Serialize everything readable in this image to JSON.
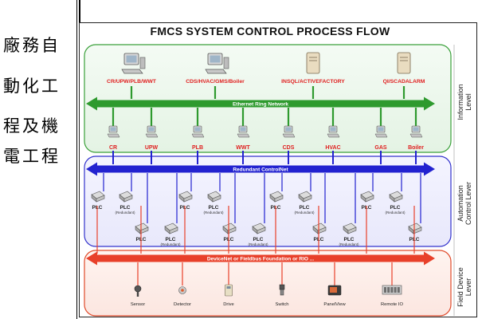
{
  "side_title": {
    "lines": [
      "廠務自",
      "動化工",
      "程及機",
      "電工程"
    ]
  },
  "diagram": {
    "title": "FMCS SYSTEM CONTROL PROCESS FLOW",
    "levels": [
      {
        "name": "Information\nLevel",
        "line1": "Information",
        "line2": "Level",
        "color": "#2e9a2e"
      },
      {
        "name": "Automation\nControl Lever",
        "line1": "Automation",
        "line2": "Control Lever",
        "color": "#2b2bd6"
      },
      {
        "name": "Field Device\nLever",
        "line1": "Field Device",
        "line2": "Lever",
        "color": "#e8452a"
      }
    ],
    "servers": [
      {
        "label": "CR/UPW/PLB/WWT",
        "icon": "workstation-icon"
      },
      {
        "label": "CDS/HVAC/GMS/Boiler",
        "icon": "workstation-icon"
      },
      {
        "label": "INSQL/ACTIVEFACTORY",
        "icon": "server-icon"
      },
      {
        "label": "QI/SCADALARM",
        "icon": "server-icon"
      }
    ],
    "networks": {
      "ethernet": "Ethernet Ring Network",
      "controlnet": "Redundant ControlNet",
      "devicenet": "DeviceNet or Fieldbus Foundation or RIO ..."
    },
    "stations": [
      "CR",
      "UPW",
      "PLB",
      "WWT",
      "CDS",
      "HVAC",
      "GAS",
      "Boiler"
    ],
    "plc_label": "PLC",
    "plc_redundant": "(Redundant)",
    "devices": [
      {
        "label": "Sensor",
        "icon": "sensor-icon"
      },
      {
        "label": "Detector",
        "icon": "detector-icon"
      },
      {
        "label": "Drive",
        "icon": "drive-icon"
      },
      {
        "label": "Switch",
        "icon": "switch-icon"
      },
      {
        "label": "PanelView",
        "icon": "panelview-icon"
      },
      {
        "label": "Remote IO",
        "icon": "remote-io-icon"
      }
    ],
    "colors": {
      "green": "#2e9a2e",
      "blue": "#2222d0",
      "red": "#e8402a",
      "server_text": "#e02020"
    }
  }
}
